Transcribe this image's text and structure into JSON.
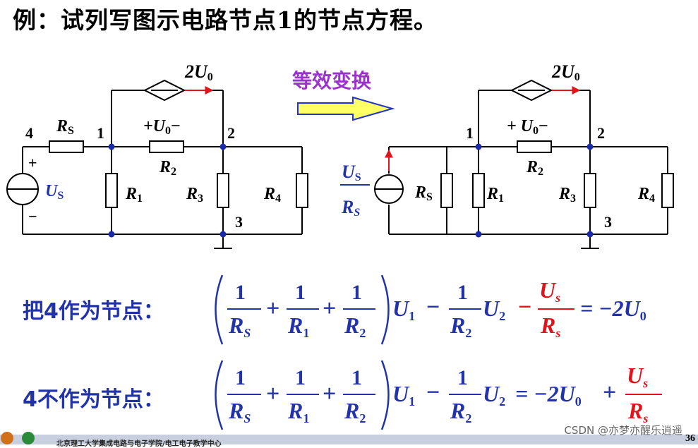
{
  "title": "例：试列写图示电路节点1的节点方程。",
  "transform_label": "等效变换",
  "left_circuit": {
    "source_label": "2U",
    "source_sub": "0",
    "node_labels": [
      "4",
      "1",
      "2",
      "3"
    ],
    "rs_label": "R",
    "rs_sub": "S",
    "u0_label": "+U",
    "u0_sub": "0",
    "u0_minus": "−",
    "r1": "R",
    "r1_sub": "1",
    "r2": "R",
    "r2_sub": "2",
    "r3": "R",
    "r3_sub": "3",
    "r4": "R",
    "r4_sub": "4",
    "us_plus": "+",
    "us_label": "U",
    "us_sub": "S",
    "us_minus": "−"
  },
  "right_circuit": {
    "source_label": "2U",
    "source_sub": "0",
    "node_labels": [
      "1",
      "2",
      "3"
    ],
    "us_num": "U",
    "us_num_sub": "S",
    "us_den": "R",
    "us_den_sub": "S",
    "rs_label": "R",
    "rs_sub": "S",
    "u0_label": "+ U",
    "u0_sub": "0",
    "u0_minus": "−",
    "r1": "R",
    "r1_sub": "1",
    "r2": "R",
    "r2_sub": "2",
    "r3": "R",
    "r3_sub": "3",
    "r4": "R",
    "r4_sub": "4"
  },
  "equation1": {
    "label": "把4作为节点：",
    "one": "1",
    "rs": "R",
    "rs_sub": "S",
    "r1": "R",
    "r1_sub": "1",
    "r2": "R",
    "r2_sub": "2",
    "u1": "U",
    "u1_sub": "1",
    "u2": "U",
    "u2_sub": "2",
    "minus": "−",
    "plus": "+",
    "frac_num": "U",
    "frac_num_sub": "s",
    "frac_den": "R",
    "frac_den_sub": "s",
    "rhs": "= −2U",
    "rhs_sub": "0"
  },
  "equation2": {
    "label": "4不作为节点：",
    "one": "1",
    "rs": "R",
    "rs_sub": "S",
    "r1": "R",
    "r1_sub": "1",
    "r2": "R",
    "r2_sub": "2",
    "u1": "U",
    "u1_sub": "1",
    "u2": "U",
    "u2_sub": "2",
    "minus": "−",
    "plus": "+",
    "rhs": "= −2U",
    "rhs_sub": "0",
    "frac_num": "U",
    "frac_num_sub": "s",
    "frac_den": "R",
    "frac_den_sub": "s"
  },
  "watermark": "CSDN @亦梦亦醒乐逍遥",
  "page_number": "36",
  "footer_text": "北京理工大学集成电路与电子学院/电工电子教学中心",
  "colors": {
    "wire": "#000000",
    "node": "#1a2aa8",
    "label_blue": "#2233aa",
    "red": "#e0151b",
    "arrow_fill": "#ffff66",
    "arrow_stroke": "#2233cc",
    "purple": "#9933cc",
    "resistor_fill": "#ffffff"
  }
}
